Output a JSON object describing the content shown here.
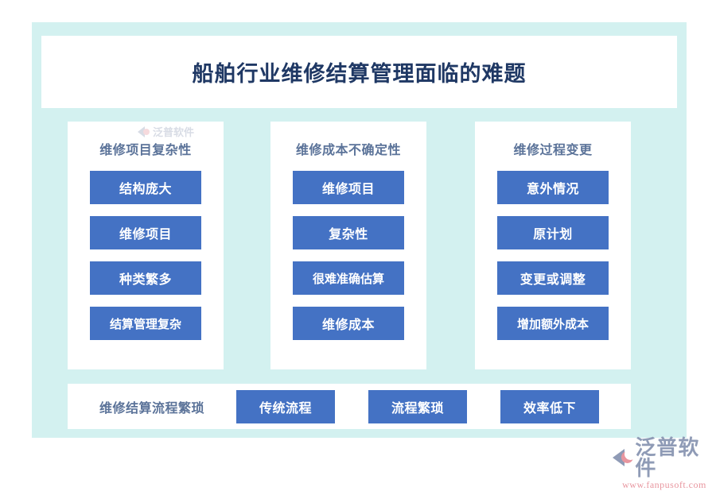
{
  "page": {
    "title": "船舶行业维修结算管理面临的难题",
    "background_color": "#ffffff",
    "panel_color": "#d3f1f0",
    "card_color": "#ffffff",
    "title_color": "#1f3864",
    "heading_color": "#5b7399",
    "chip_color": "#4472c4",
    "chip_text_color": "#ffffff"
  },
  "columns": [
    {
      "heading": "维修项目复杂性",
      "items": [
        "结构庞大",
        "维修项目",
        "种类繁多",
        "结算管理复杂"
      ]
    },
    {
      "heading": "维修成本不确定性",
      "items": [
        "维修项目",
        "复杂性",
        "很难准确估算",
        "维修成本"
      ]
    },
    {
      "heading": "维修过程变更",
      "items": [
        "意外情况",
        "原计划",
        "变更或调整",
        "增加额外成本"
      ]
    }
  ],
  "bottom_row": {
    "label": "维修结算流程繁琐",
    "items": [
      "传统流程",
      "流程繁琐",
      "效率低下"
    ]
  },
  "watermark": {
    "text": "泛普软件"
  },
  "brand": {
    "name": "泛普软件",
    "url": "www.fanpusoft.com"
  }
}
